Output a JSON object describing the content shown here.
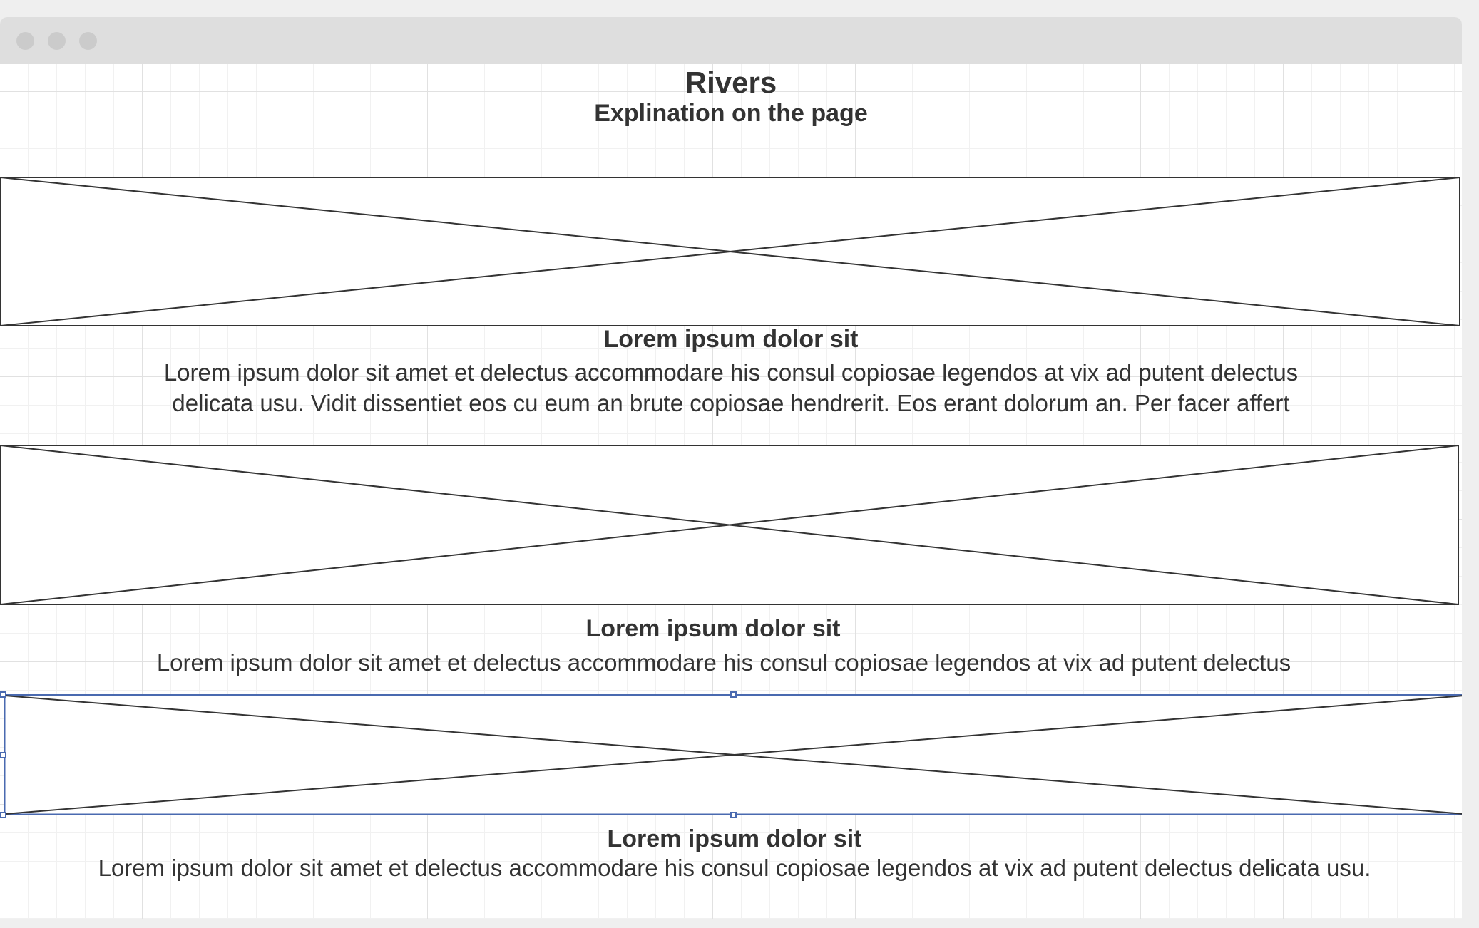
{
  "window": {
    "controls": [
      "close-dot",
      "minimize-dot",
      "zoom-dot"
    ]
  },
  "page": {
    "title": "Rivers",
    "subtitle": "Explination on the page"
  },
  "sections": [
    {
      "heading": "Lorem ipsum dolor sit",
      "lines": [
        "Lorem ipsum dolor sit amet et delectus accommodare his consul copiosae legendos at vix ad putent delectus",
        "delicata usu. Vidit dissentiet eos cu eum an brute copiosae hendrerit. Eos erant dolorum an. Per facer affert"
      ]
    },
    {
      "heading": "Lorem ipsum dolor sit",
      "lines": [
        "Lorem ipsum dolor sit amet et delectus accommodare his consul copiosae legendos at vix ad putent delectus"
      ]
    },
    {
      "heading": "Lorem ipsum dolor sit",
      "lines": [
        "Lorem ipsum dolor sit amet et delectus accommodare his consul copiosae legendos at vix ad putent delectus delicata usu."
      ]
    }
  ],
  "colors": {
    "grid_major": "#e1e1e1",
    "grid_minor": "#f1f1f1",
    "text": "#333333",
    "selection": "#4a6ab0",
    "placeholder_stroke": "#333333"
  }
}
